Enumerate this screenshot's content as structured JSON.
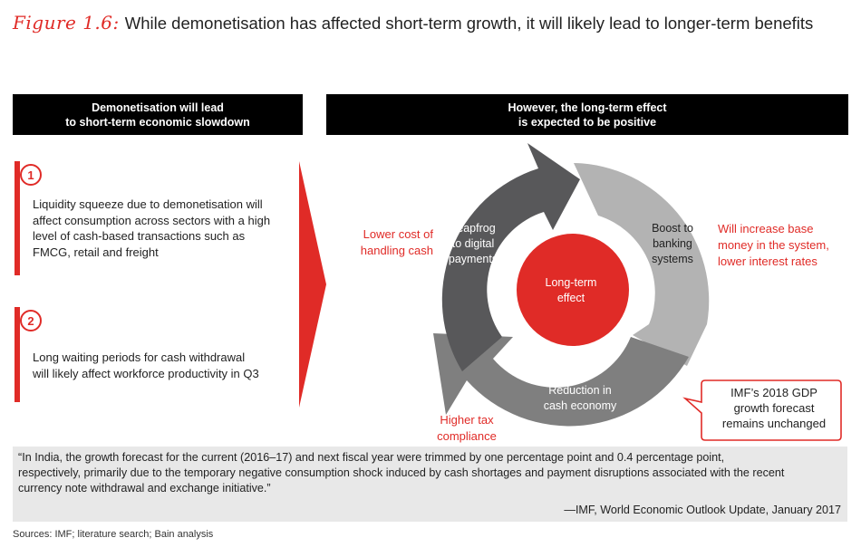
{
  "title": {
    "figure_label": "Figure 1.6:",
    "text": "While demonetisation has affected short-term growth, it will likely lead to longer-term benefits"
  },
  "left_panel": {
    "header": "Demonetisation will lead\nto short-term economic slowdown",
    "items": [
      {
        "number": "1",
        "text": "Liquidity squeeze due to demonetisation will\naffect consumption across sectors with a high\nlevel of cash-based transactions such as\nFMCG, retail and freight"
      },
      {
        "number": "2",
        "text": "Long waiting periods for cash withdrawal\nwill likely affect workforce productivity in Q3"
      }
    ]
  },
  "right_panel": {
    "header": "However, the long-term effect\nis expected to be positive",
    "center": "Long-term\neffect",
    "segments": {
      "left": "Leapfrog\nto digital\npayments",
      "right": "Boost to\nbanking\nsystems",
      "bottom": "Reduction in\ncash economy"
    },
    "outcomes": {
      "left": "Lower cost of\nhandling cash",
      "right": "Will increase base\nmoney in the system,\nlower interest rates",
      "bottom": "Higher tax\ncompliance"
    },
    "callout": "IMF’s 2018 GDP\ngrowth forecast\nremains unchanged"
  },
  "quote": {
    "text": "“In India, the growth forecast for the current (2016–17) and next fiscal year were trimmed by one percentage point and 0.4 percentage point,\n  respectively, primarily due to the temporary negative consumption shock induced by cash shortages and payment disruptions associated with the recent\n  currency note withdrawal and exchange initiative.”",
    "attribution": "—IMF, World Economic Outlook Update, January 2017"
  },
  "sources": "Sources: IMF; literature search; Bain analysis",
  "colors": {
    "accent_red": "#e02b27",
    "dark_gray": "#58585a",
    "light_gray": "#b3b3b3",
    "mid_gray": "#7f7f7f",
    "quote_bg": "#e8e8e8"
  }
}
